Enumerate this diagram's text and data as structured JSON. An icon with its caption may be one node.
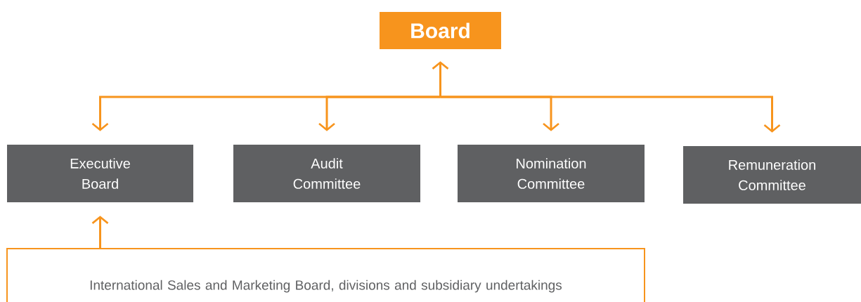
{
  "diagram": {
    "nodes": [
      {
        "text": [
          "Board"
        ]
      },
      {
        "text": [
          "Executive Board"
        ]
      },
      {
        "text": [
          "Audit Committee"
        ]
      },
      {
        "text": [
          "Nomination Committee"
        ]
      },
      {
        "text": [
          "Remuneration Committee"
        ]
      },
      {
        "text": [
          "International Sales and Marketing Board, divisions and subsidiary undertakings"
        ]
      }
    ],
    "edges": [
      {
        "from": 0,
        "to": 1,
        "arrow": "both"
      },
      {
        "from": 0,
        "to": 2,
        "arrow": "both"
      },
      {
        "from": 0,
        "to": 3,
        "arrow": "both"
      },
      {
        "from": 0,
        "to": 4,
        "arrow": "both"
      },
      {
        "from": 5,
        "to": 1,
        "arrow": "to"
      }
    ]
  }
}
